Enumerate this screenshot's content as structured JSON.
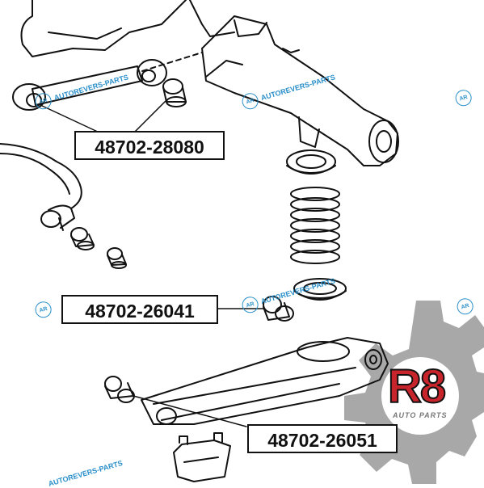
{
  "part_labels": {
    "upper": "48702-28080",
    "middle": "48702-26041",
    "lower": "48702-26051"
  },
  "watermark": {
    "text": "AUTOREVERS-PARTS",
    "badge": "AR"
  },
  "brand": {
    "mark": "R8",
    "tagline": "AUTO PARTS",
    "accent_color": "#c8242b",
    "gear_color": "#9a9a9a",
    "watermark_color": "#2a8fc9"
  }
}
